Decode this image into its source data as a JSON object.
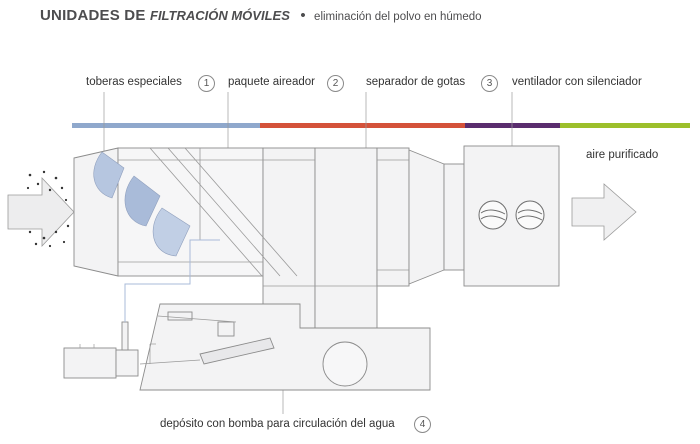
{
  "title": {
    "main": "UNIDADES DE",
    "emphasis": "FILTRACIÓN MÓVILES",
    "bullet": "•",
    "subtitle": "eliminación del polvo en húmedo"
  },
  "labels": {
    "toberas": "toberas especiales",
    "paquete": "paquete aireador",
    "separador": "separador de gotas",
    "ventilador": "ventilador con silenciador",
    "aire": "aire purificado",
    "deposito": "depósito con bomba para circulación del agua"
  },
  "numbers": {
    "n1": "1",
    "n2": "2",
    "n3": "3",
    "n4": "4"
  },
  "colors": {
    "band_toberas": "#8fa8cc",
    "band_separador": "#d4523a",
    "band_ventilador": "#5a2d6e",
    "band_aire": "#9cbf2b",
    "nozzle": "#a9bbd9",
    "outline": "#8c8c8c"
  }
}
